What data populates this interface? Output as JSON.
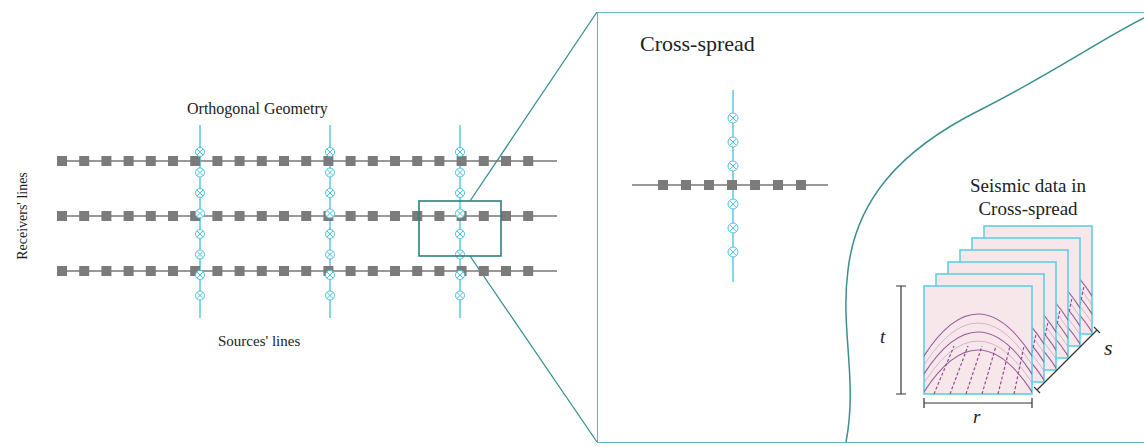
{
  "diagram": {
    "nodes": [
      {
        "text": [
          "Cross-spread",
          "Seismic data in Cross-spread"
        ]
      }
    ],
    "labels": [
      "Orthogonal Geometry",
      "Receivers' lines",
      "Sources' lines",
      "t",
      "r",
      "s"
    ]
  }
}
